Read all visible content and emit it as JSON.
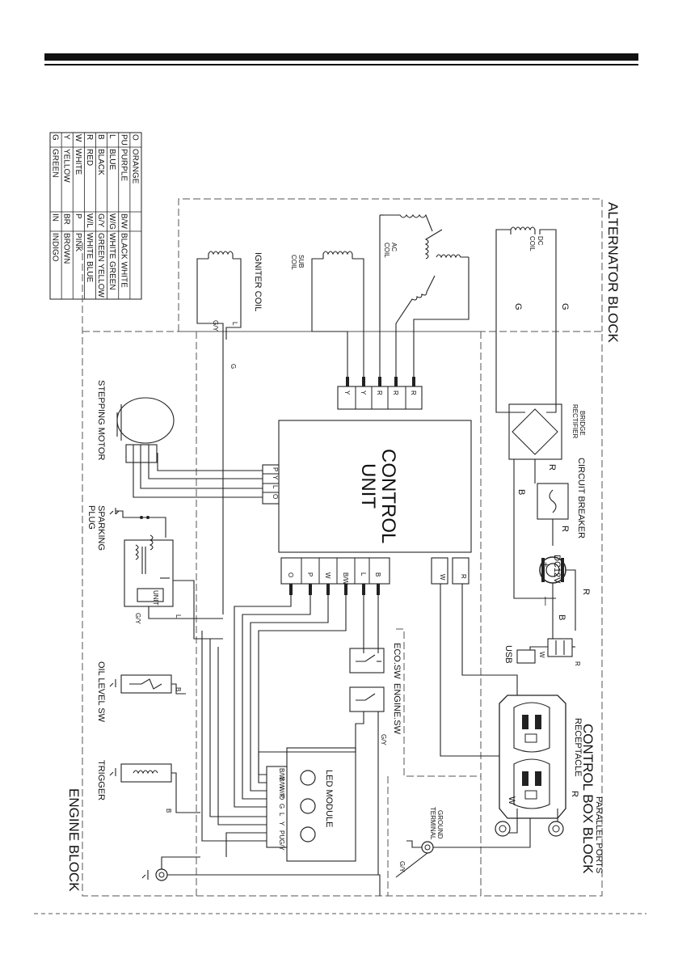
{
  "blocks": {
    "alternator": "ALTERNATOR BLOCK",
    "control_box": "CONTROL BOX BLOCK",
    "engine": "ENGINE BLOCK"
  },
  "control_unit": {
    "line1": "CONTROL",
    "line2": "UNIT"
  },
  "components": {
    "dc_coil": [
      "DC",
      "COIL"
    ],
    "ac_coil": [
      "AC",
      "COIL"
    ],
    "sub_coil": [
      "SUB",
      "COIL"
    ],
    "igniter_coil": "IGNITER COIL",
    "bridge_rectifier": [
      "BRIDGE",
      "RECTIFIER"
    ],
    "circuit_breaker": "CIRCUIT BREAKER",
    "dc12v": "DC12V",
    "usb": "USB",
    "receptacle": "RECEPTACLE",
    "parallel_ports": "PARALLEL PORTS",
    "ground_terminal": [
      "GROUND",
      "TERMINAL"
    ],
    "stepping_motor": "STEPPING MOTOR",
    "sparking_plug": [
      "SPARKING",
      "PLUG"
    ],
    "unit": "UNIT",
    "oil_level_sw": "OIL LEVEL SW",
    "trigger": "TRIGGER",
    "eco_sw": "ECO.SW",
    "engine_sw": "ENGINE.SW",
    "led_module": "LED MODULE"
  },
  "connectors": {
    "alternator_in": [
      "Y",
      "Y",
      "R",
      "R",
      "R"
    ],
    "motor": [
      "P",
      "Y",
      "L",
      "O"
    ],
    "bottom": [
      "O",
      "P",
      "W",
      "B/W",
      "L",
      "B"
    ],
    "dc_out": [
      "W",
      "R"
    ],
    "led": [
      "B/W",
      "B/W",
      "W/P",
      "O",
      "G",
      "L",
      "Y",
      "PU",
      "G/Y"
    ]
  },
  "wire_labels": {
    "g1": "G",
    "g2": "G",
    "g3": "G",
    "l1": "L",
    "gy1": "G/Y",
    "r1": "R",
    "r2": "R",
    "r3": "R",
    "r4": "R",
    "r5": "R",
    "b1": "B",
    "b2": "B",
    "b3": "B",
    "b4": "B",
    "w1": "W",
    "w2": "W",
    "l2": "L",
    "gy2": "G/Y",
    "gy3": "G/Y",
    "gy4": "G/Y",
    "plus": "+",
    "minus": "—"
  },
  "color_table": {
    "rows": [
      [
        "O",
        "ORANGE",
        "",
        ""
      ],
      [
        "PU",
        "PURPLE",
        "B/W",
        "BLACK WHITE"
      ],
      [
        "L",
        "BLUE",
        "W/G",
        "WHITE GREEN"
      ],
      [
        "B",
        "BLACK",
        "G/Y",
        "GREEN YELLOW"
      ],
      [
        "R",
        "RED",
        "W/L",
        "WHITE BLUE"
      ],
      [
        "W",
        "WHITE",
        "P",
        "PINK"
      ],
      [
        "Y",
        "YELLOW",
        "BR",
        "BROWN"
      ],
      [
        "G",
        "GREEN",
        "IN",
        "INDIGO"
      ]
    ]
  }
}
